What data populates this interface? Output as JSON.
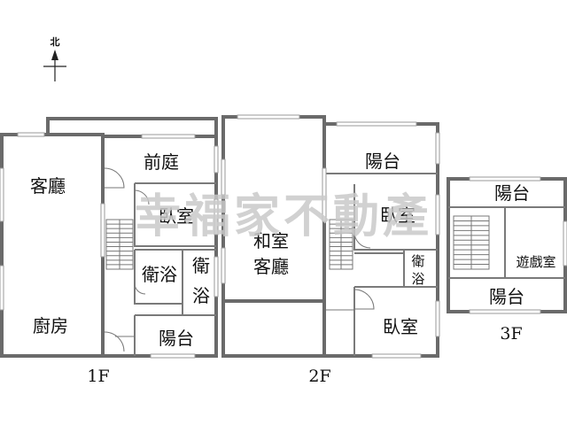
{
  "compass": {
    "label": "北"
  },
  "floors": {
    "f1": {
      "label": "1F",
      "rooms": {
        "living": "客廳",
        "front_yard": "前庭",
        "bedroom": "臥室",
        "bath_a": "衛浴",
        "bath_b": [
          "衛",
          "浴"
        ],
        "kitchen": "廚房",
        "balcony": "陽台"
      }
    },
    "f2": {
      "label": "2F",
      "rooms": {
        "balcony": "陽台",
        "japanese_room": "和室",
        "living": "客廳",
        "bedroom_a": "臥室",
        "bath": [
          "衛",
          "浴"
        ],
        "bedroom_b": "臥室"
      }
    },
    "f3": {
      "label": "3F",
      "rooms": {
        "balcony_top": "陽台",
        "game_room": "遊戲室",
        "balcony_bottom": "陽台"
      }
    }
  },
  "watermark": "幸福家不動產"
}
